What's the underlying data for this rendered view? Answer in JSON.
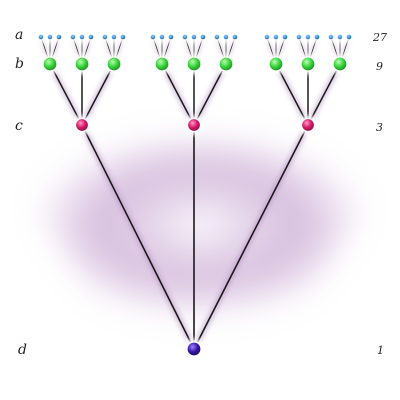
{
  "levels": [
    {
      "id": "a",
      "label": "a",
      "count": "27",
      "color": "#2f86d6"
    },
    {
      "id": "b",
      "label": "b",
      "count": "9",
      "color": "#36d23a"
    },
    {
      "id": "c",
      "label": "c",
      "count": "3",
      "color": "#d4196a"
    },
    {
      "id": "d",
      "label": "d",
      "count": "1",
      "color": "#3a16a8"
    }
  ],
  "branching": 3,
  "colors": {
    "edge": "#1a1a1a",
    "halo": "#b48cc0"
  }
}
